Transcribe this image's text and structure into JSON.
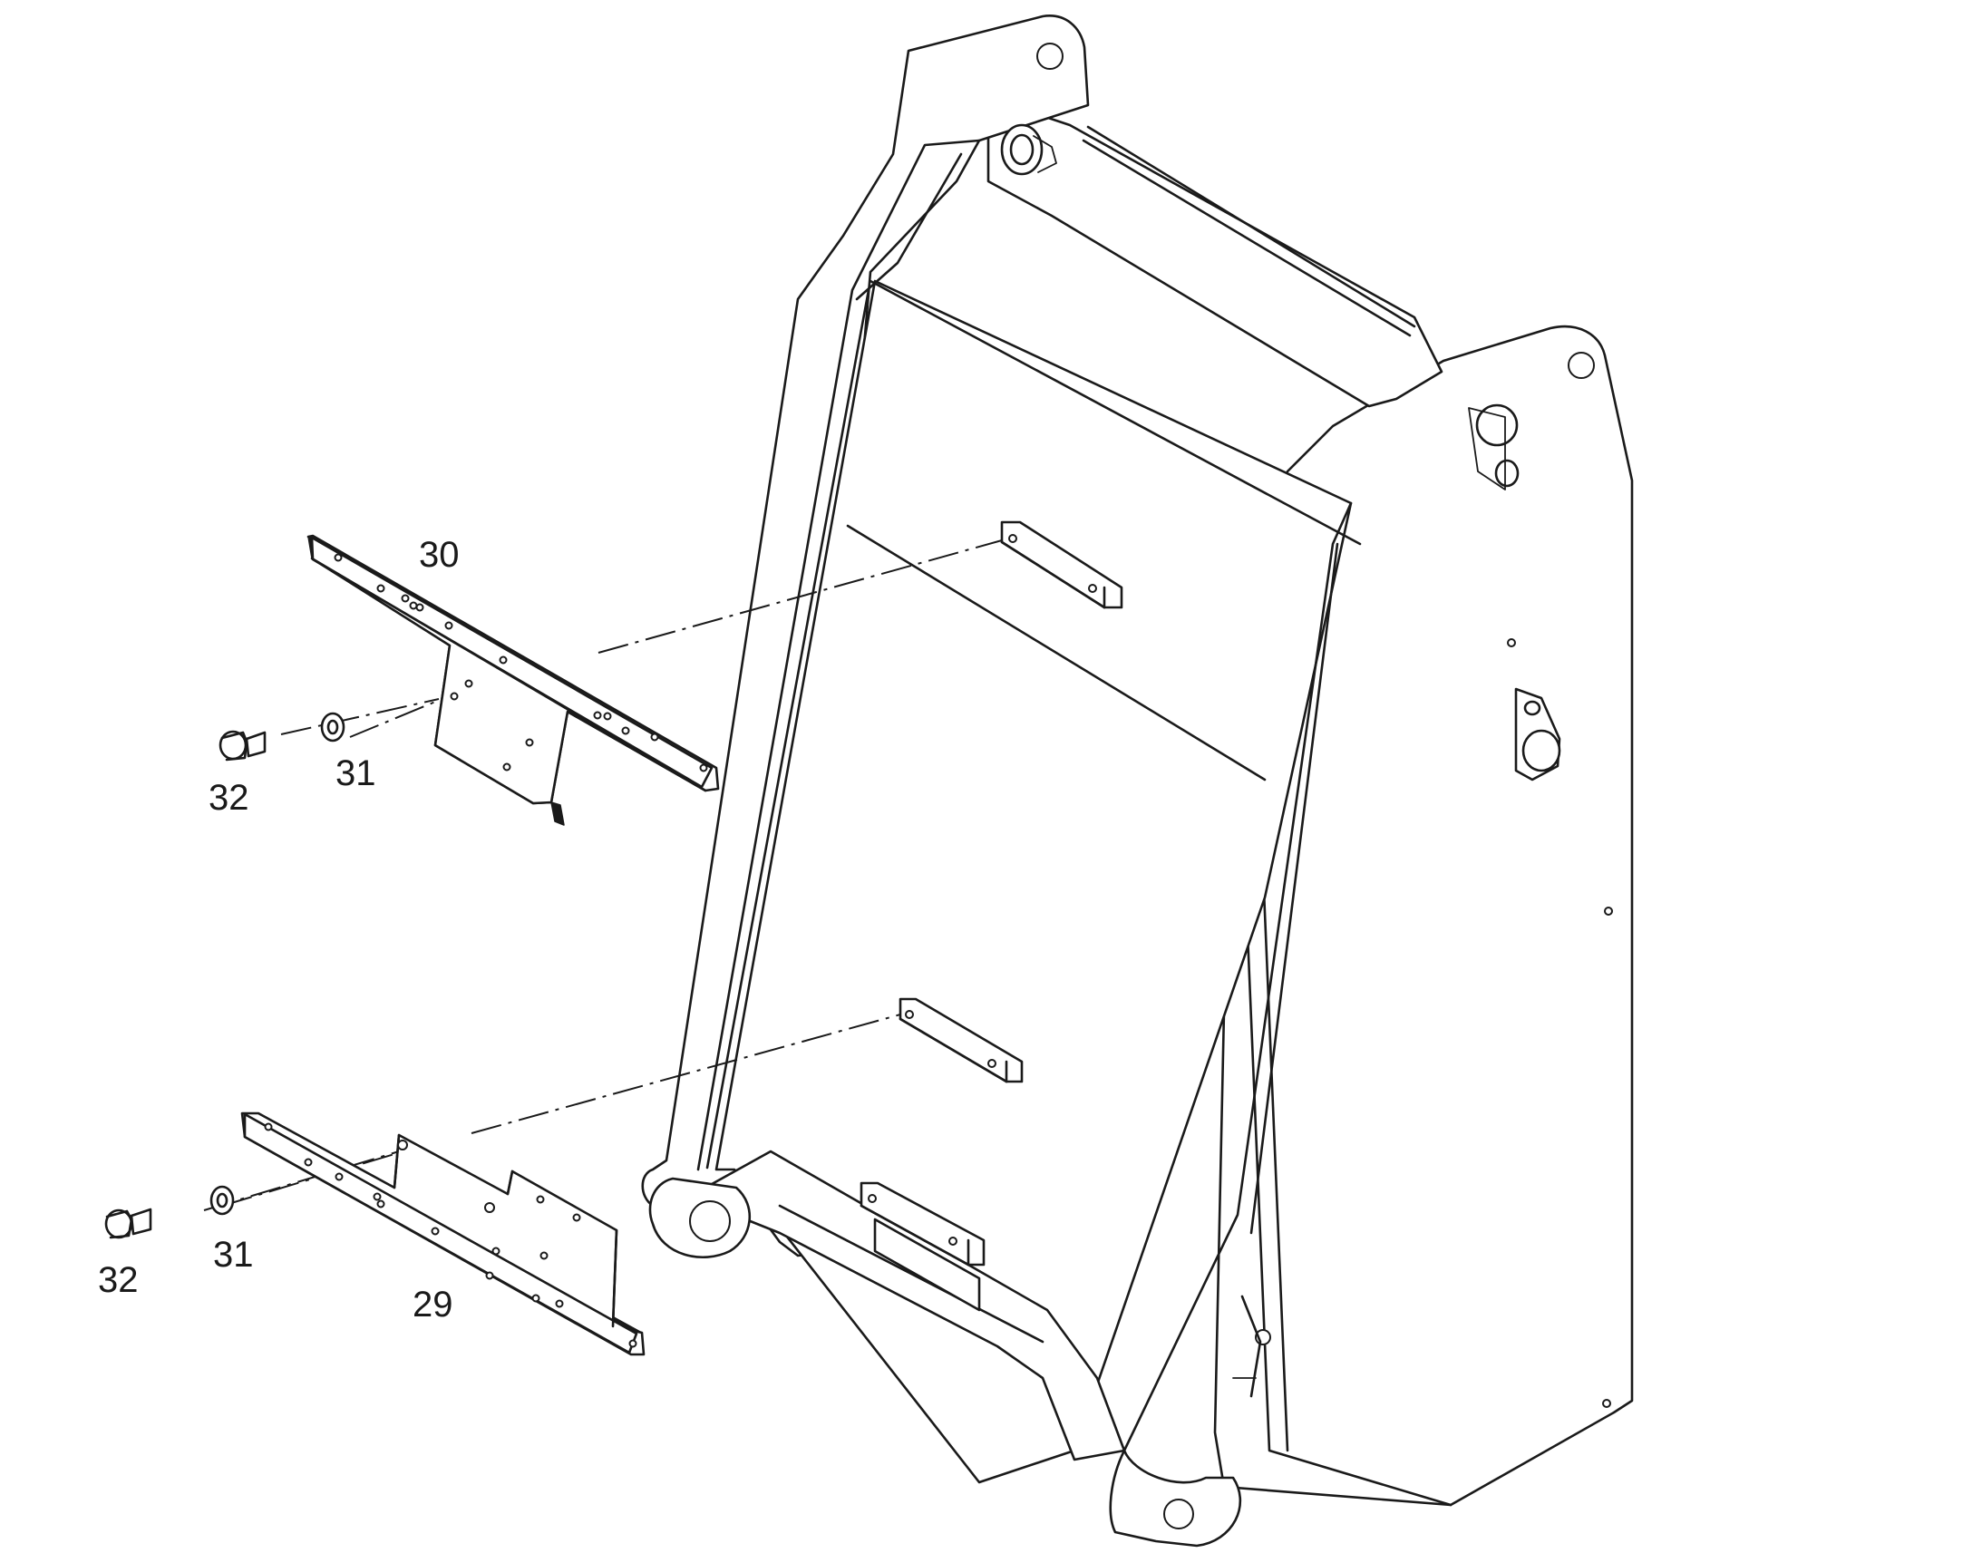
{
  "callouts": {
    "plate_upper": "30",
    "plate_lower": "29",
    "washer_upper": "31",
    "bolt_upper": "32",
    "washer_lower": "31",
    "bolt_lower": "32"
  },
  "colors": {
    "line": "#1a1a1a",
    "background": "#ffffff"
  }
}
